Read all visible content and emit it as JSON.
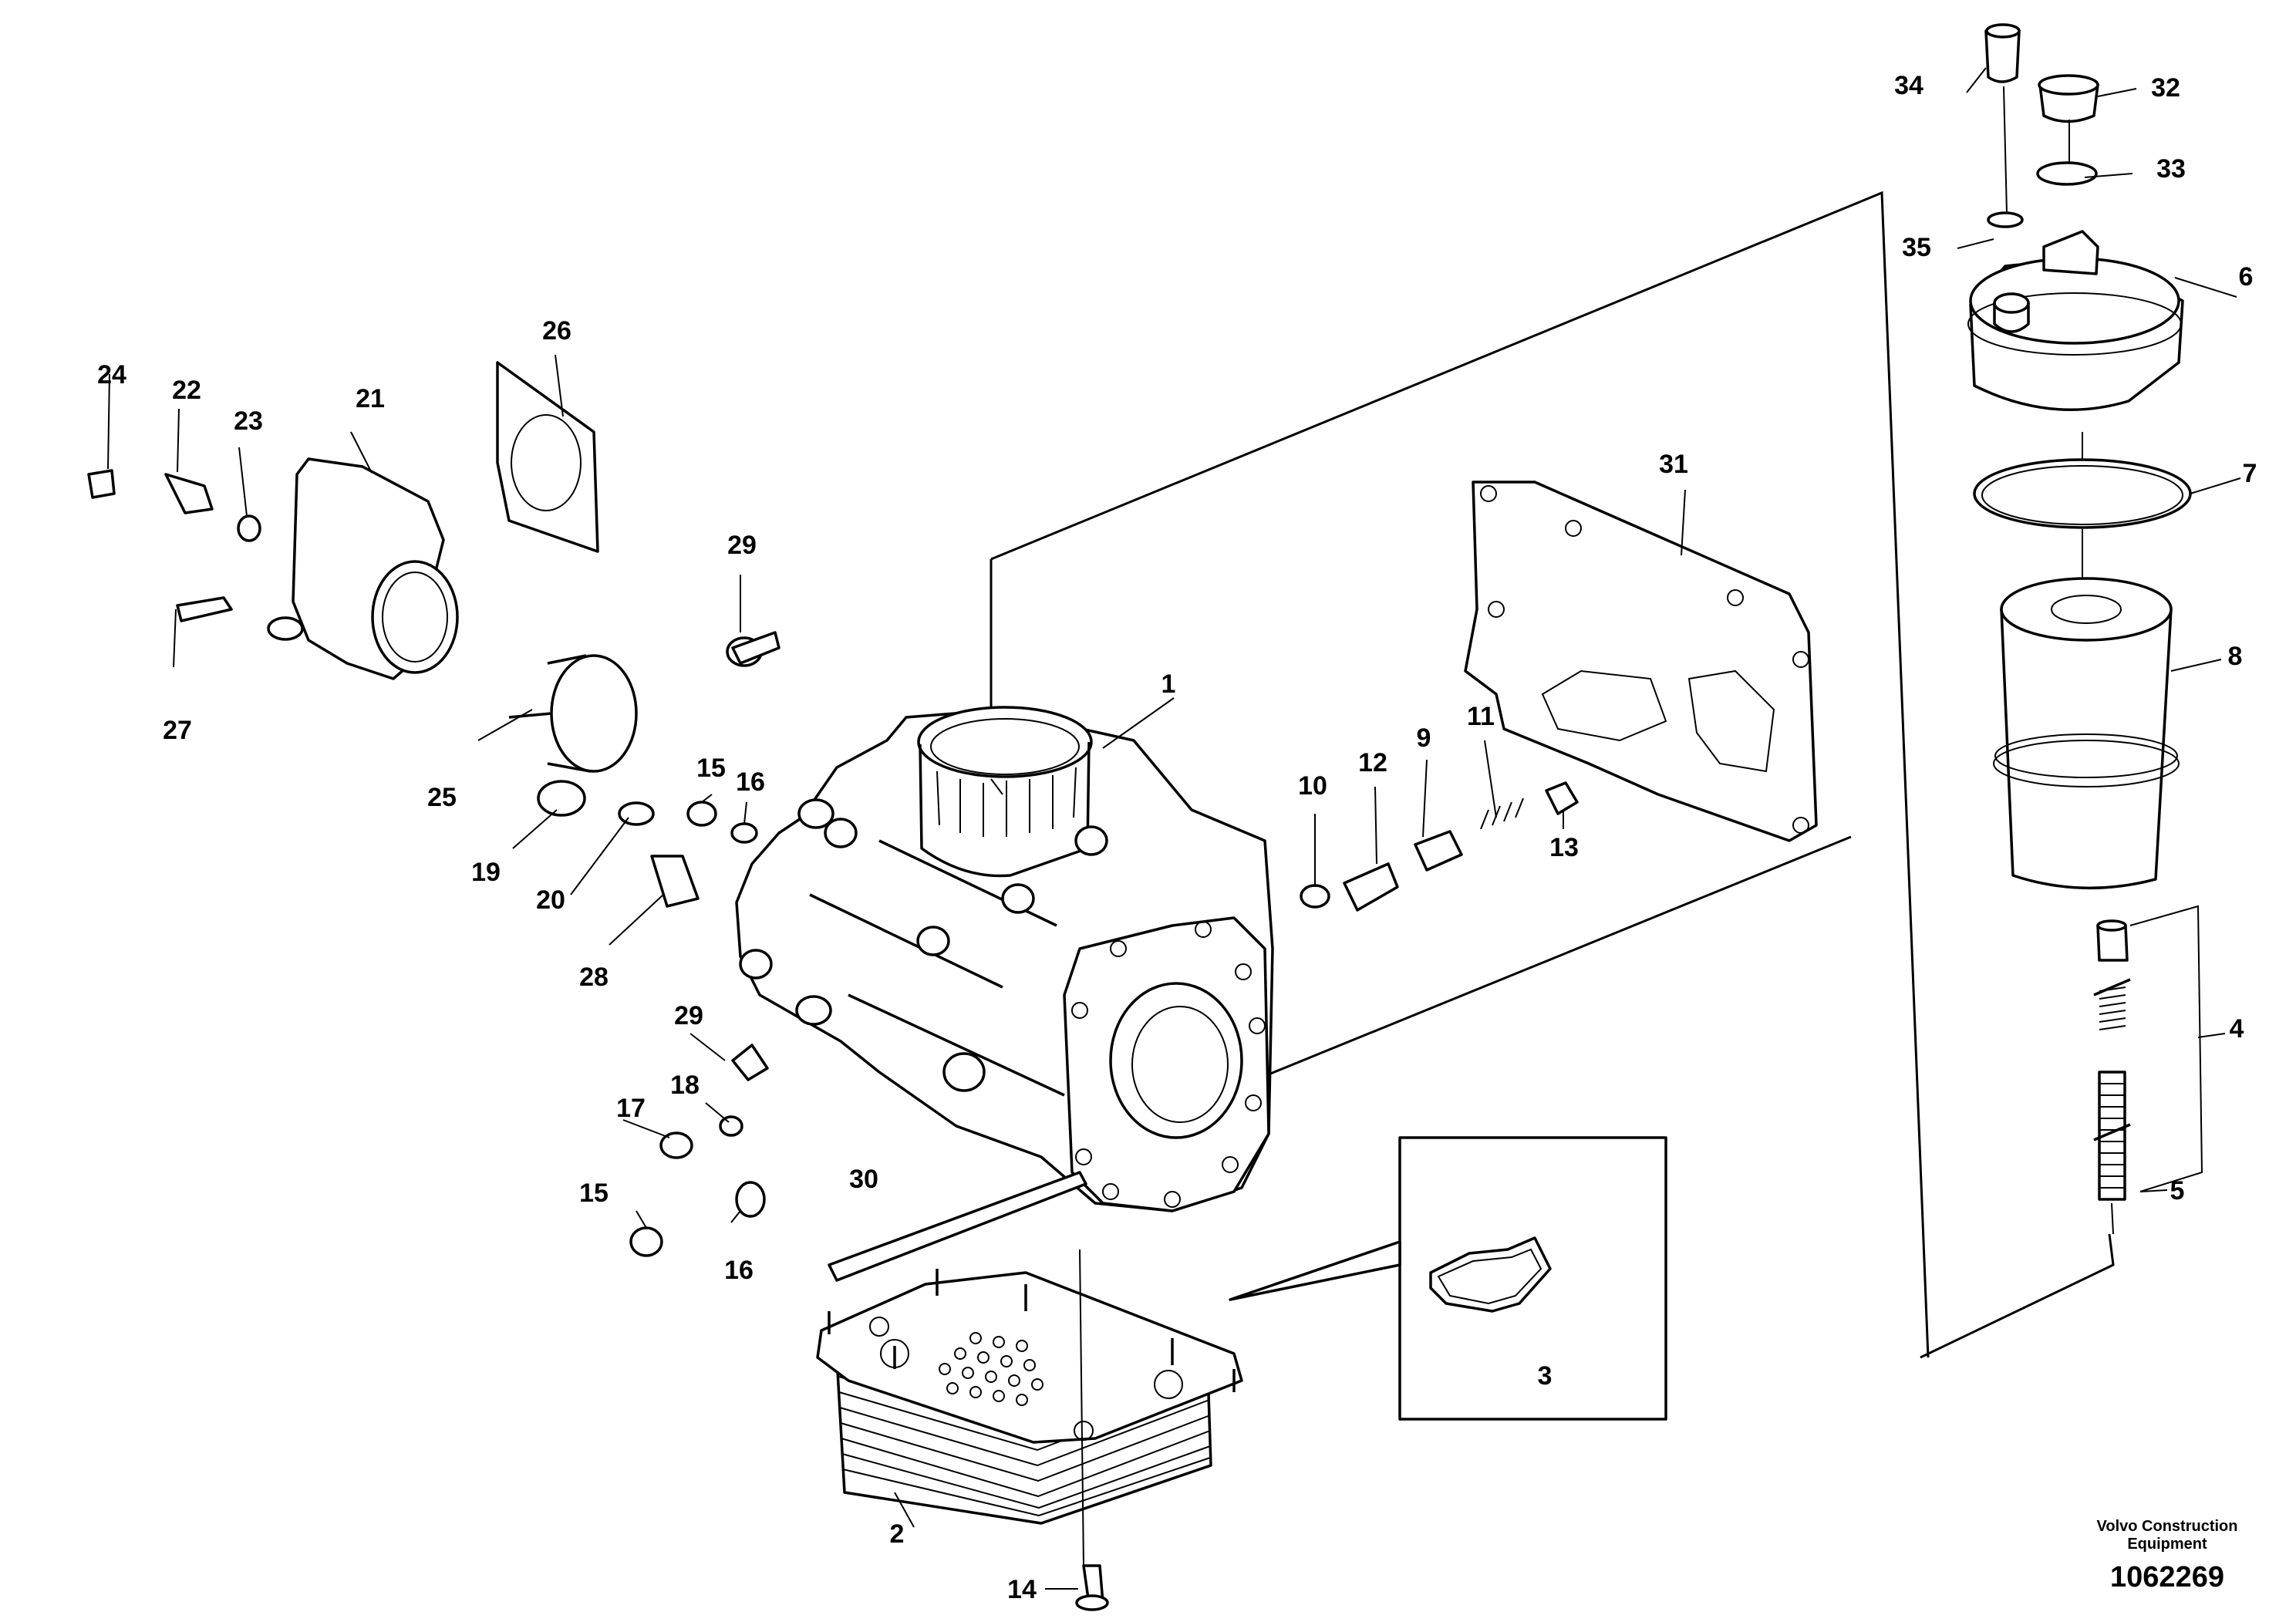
{
  "labels": {
    "l1": "1",
    "l2": "2",
    "l3": "3",
    "l4": "4",
    "l5": "5",
    "l6": "6",
    "l7": "7",
    "l8": "8",
    "l9": "9",
    "l10": "10",
    "l11": "11",
    "l12": "12",
    "l13": "13",
    "l14": "14",
    "l15a": "15",
    "l15b": "15",
    "l16a": "16",
    "l16b": "16",
    "l17": "17",
    "l18": "18",
    "l19": "19",
    "l20": "20",
    "l21": "21",
    "l22": "22",
    "l23": "23",
    "l24": "24",
    "l25": "25",
    "l26": "26",
    "l27": "27",
    "l28": "28",
    "l29a": "29",
    "l29b": "29",
    "l30": "30",
    "l31": "31",
    "l32": "32",
    "l33": "33",
    "l34": "34",
    "l35": "35"
  },
  "credit": {
    "line1": "Volvo Construction",
    "line2": "Equipment",
    "doc_number": "1062269"
  }
}
